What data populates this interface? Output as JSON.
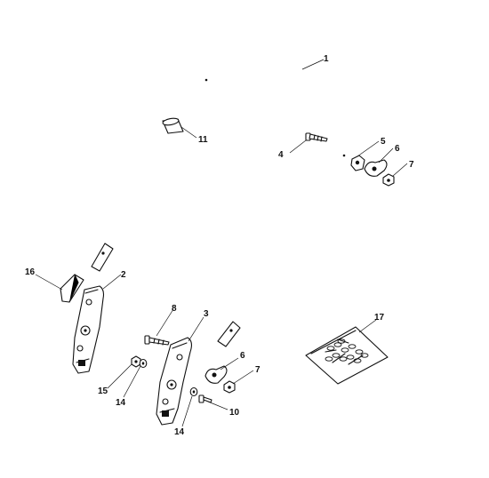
{
  "callouts": [
    {
      "id": "c1",
      "label": "1"
    },
    {
      "id": "c2",
      "label": "2"
    },
    {
      "id": "c3",
      "label": "3"
    },
    {
      "id": "c4",
      "label": "4"
    },
    {
      "id": "c5",
      "label": "5"
    },
    {
      "id": "c6a",
      "label": "6"
    },
    {
      "id": "c6b",
      "label": "6"
    },
    {
      "id": "c7a",
      "label": "7"
    },
    {
      "id": "c7b",
      "label": "7"
    },
    {
      "id": "c8",
      "label": "8"
    },
    {
      "id": "c10",
      "label": "10"
    },
    {
      "id": "c11",
      "label": "11"
    },
    {
      "id": "c14a",
      "label": "14"
    },
    {
      "id": "c14b",
      "label": "14"
    },
    {
      "id": "c15",
      "label": "15"
    },
    {
      "id": "c16",
      "label": "16"
    },
    {
      "id": "c17",
      "label": "17"
    }
  ]
}
